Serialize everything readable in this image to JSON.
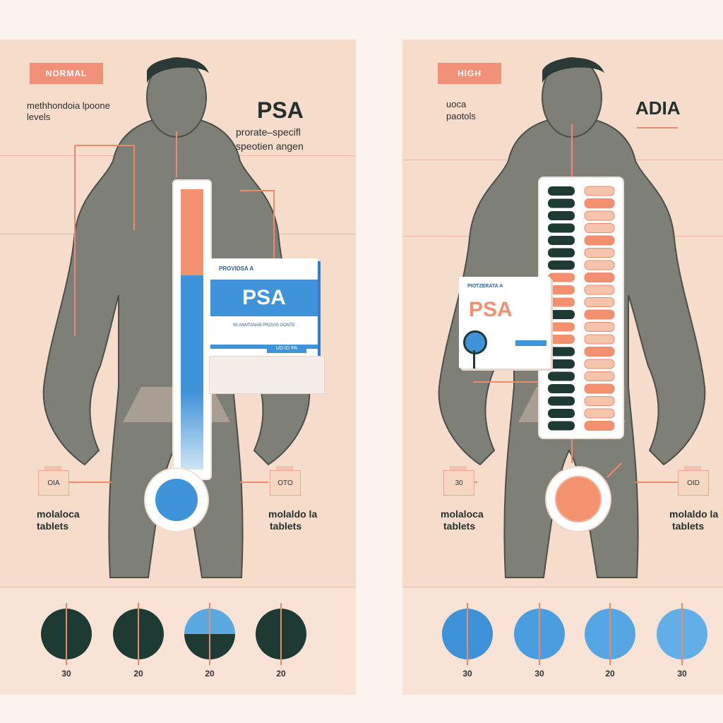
{
  "left": {
    "badge": "NORMAL",
    "caption": "methhondoia lpoone levels",
    "title": "PSA",
    "subtitle_line1": "prorate–specifl",
    "subtitle_line2": "speotien angen",
    "box_brand": "PROVIDSA A",
    "box_title": "PSA",
    "box_text": "MI ANNTANAB PROVIS GONTE",
    "box_code": "UD IO PA",
    "tag_left": "OIA",
    "tag_right": "OTO",
    "label_left_line1": "molaloca",
    "label_left_line2": "tablets",
    "label_right_line1": "molaldo la",
    "label_right_line2": "tablets",
    "dial_labels": [
      "30",
      "20",
      "20",
      "20"
    ],
    "gauge_fill": 0.55
  },
  "right": {
    "badge": "HIGH",
    "caption_line1": "uoca",
    "caption_line2": "paotols",
    "title": "ADIA",
    "box_brand": "PIOTZERATA A",
    "box_title": "PSA",
    "tag_left": "30",
    "tag_right": "OID",
    "label_left_line1": "molaloca",
    "label_left_line2": "tablets",
    "label_right_line1": "molaldo la",
    "label_right_line2": "tablets",
    "dial_labels": [
      "30",
      "30",
      "20",
      "30"
    ]
  },
  "colors": {
    "panel_bg": "#f6dccb",
    "badge": "#f2917a",
    "salmon": "#f3906f",
    "blue": "#3f93d8",
    "dark_green": "#1d3a33",
    "skin": "#7d7f76"
  }
}
